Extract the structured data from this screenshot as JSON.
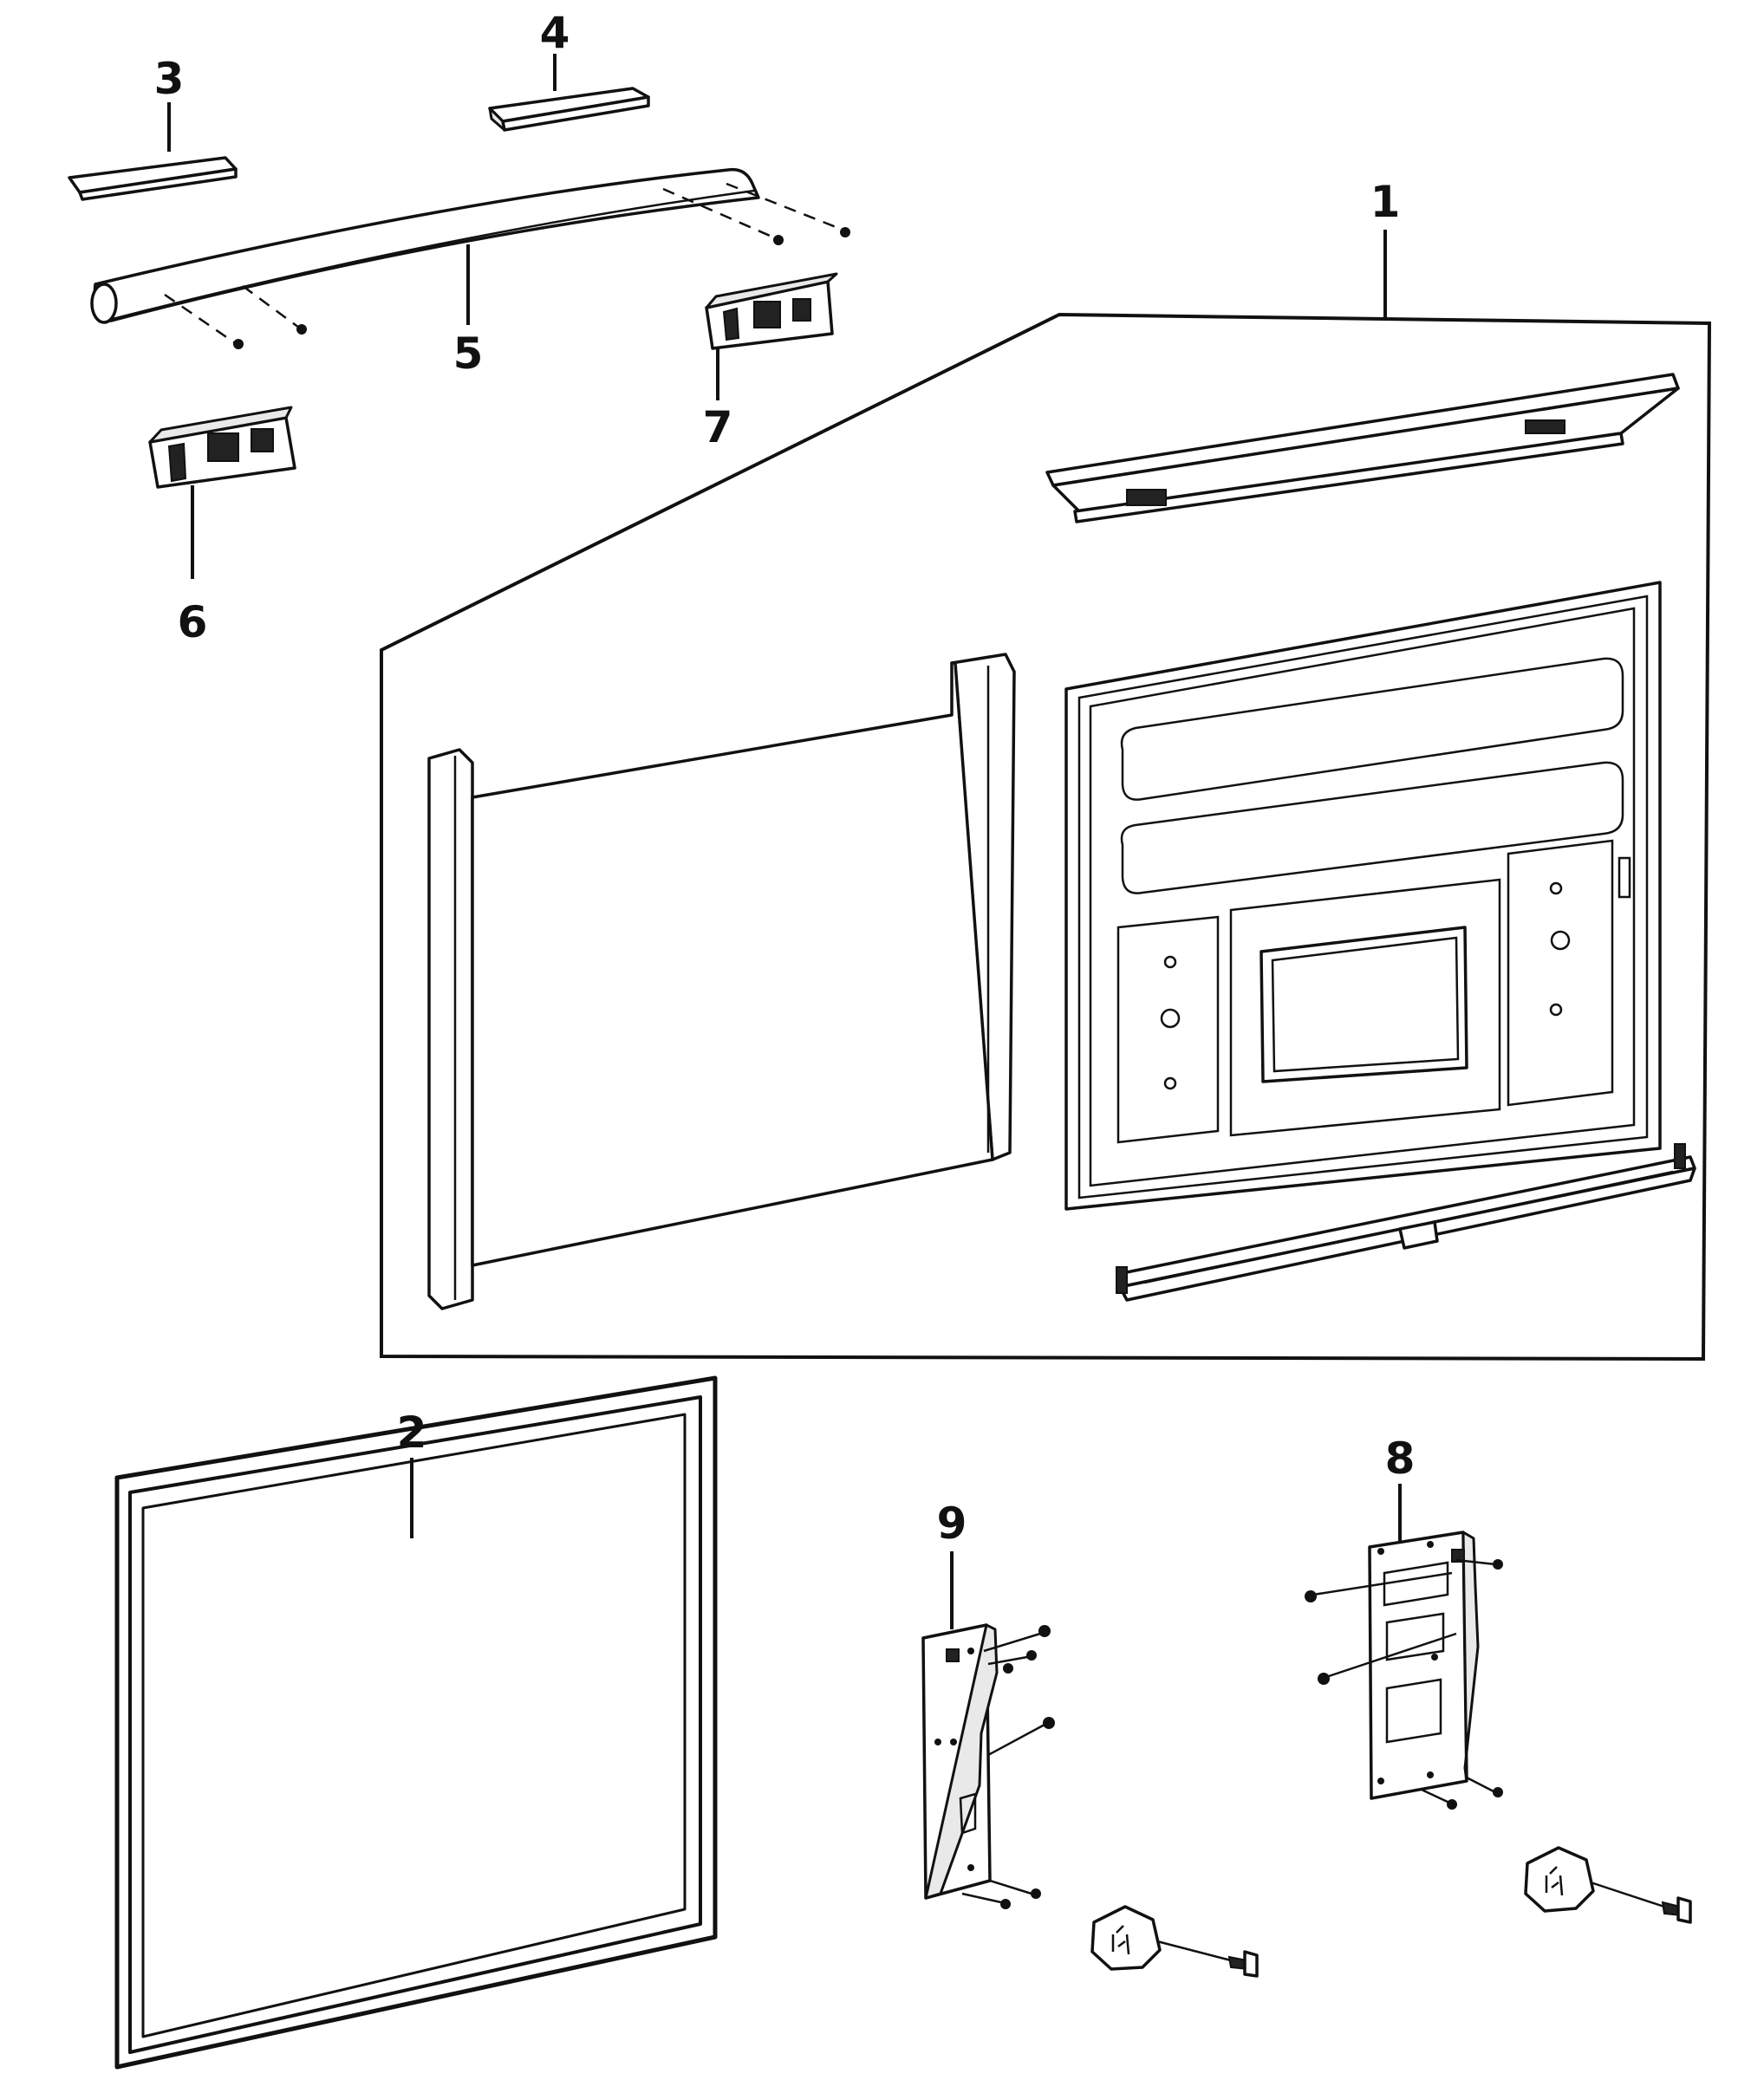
{
  "parts": [
    {
      "id": "door-assembly",
      "label": "1"
    },
    {
      "id": "door-gasket",
      "label": "2"
    },
    {
      "id": "handle-cap-left",
      "label": "3"
    },
    {
      "id": "handle-cap-right",
      "label": "4"
    },
    {
      "id": "door-handle",
      "label": "5"
    },
    {
      "id": "handle-bracket-left",
      "label": "6"
    },
    {
      "id": "handle-bracket-right",
      "label": "7"
    },
    {
      "id": "hinge-bracket-right",
      "label": "8"
    },
    {
      "id": "hinge-bracket-left",
      "label": "9"
    }
  ]
}
